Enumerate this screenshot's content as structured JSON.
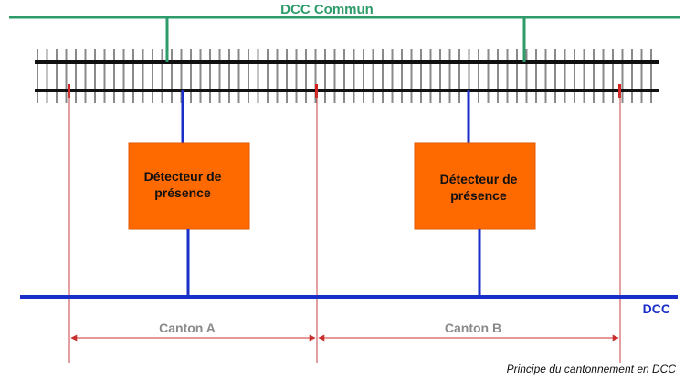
{
  "bus_common": {
    "label": "DCC Commun",
    "color": "#2e9c6a"
  },
  "bus_dcc": {
    "label": "DCC",
    "color": "#1a2ec8"
  },
  "track": {
    "rail_color": "#111111",
    "sleeper_color": "#8a8a8a"
  },
  "isolation_color": "#d42020",
  "boundary_color": "#c84040",
  "detectors": [
    {
      "line1": "Détecteur de",
      "line2": "présence",
      "fill": "#ff6a00"
    },
    {
      "line1": "Détecteur de",
      "line2": "présence",
      "fill": "#ff6a00"
    }
  ],
  "cantons": [
    {
      "label": "Canton A",
      "label_color": "#8a8a8a",
      "arrow_color": "#c83030"
    },
    {
      "label": "Canton B",
      "label_color": "#8a8a8a",
      "arrow_color": "#c83030"
    }
  ],
  "caption": "Principe du cantonnement en DCC"
}
